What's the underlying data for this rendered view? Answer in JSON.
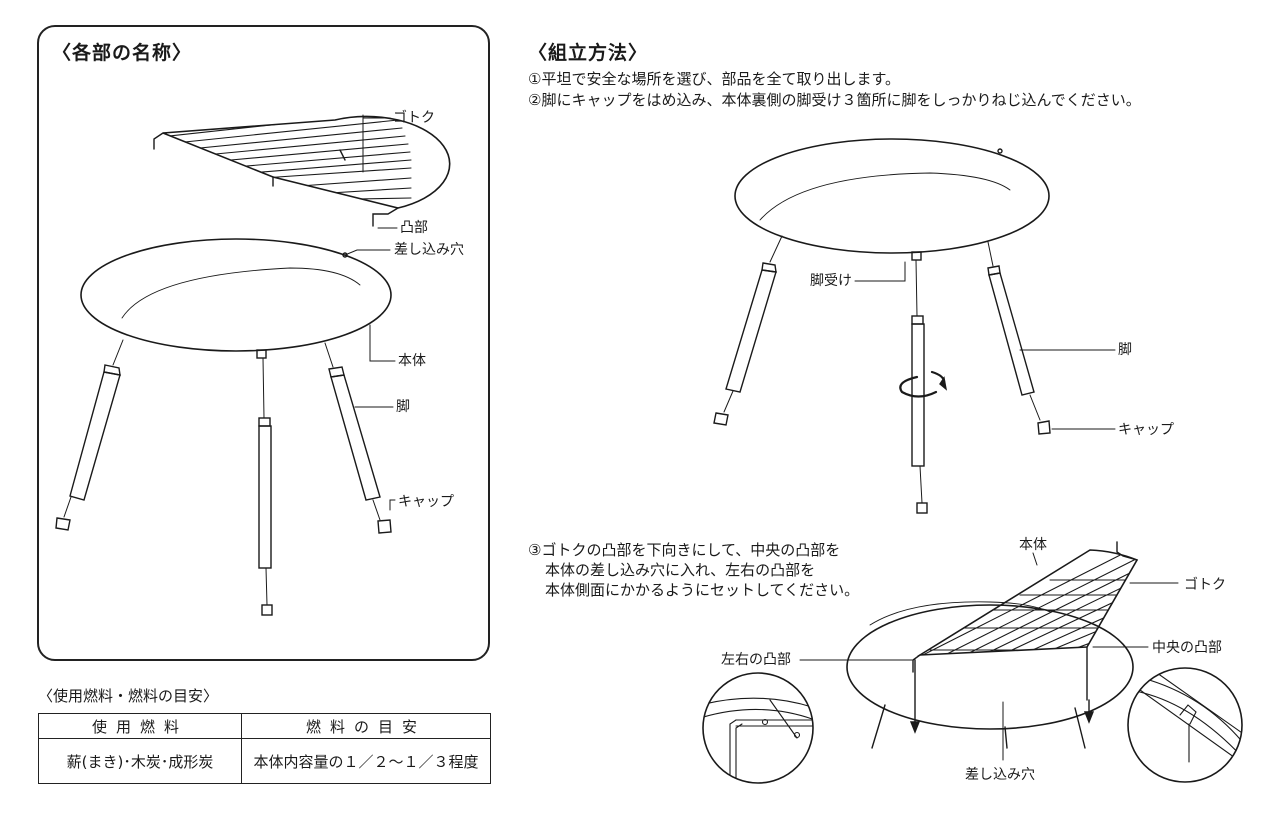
{
  "parts": {
    "title": "〈各部の名称〉",
    "labels": {
      "gotoku": "ゴトク",
      "totsubu": "凸部",
      "sashikomi": "差し込み穴",
      "hontai": "本体",
      "ashi": "脚",
      "cap": "キャップ"
    }
  },
  "assembly": {
    "title": "〈組立方法〉",
    "step1": "①平坦で安全な場所を選び、部品を全て取り出します。",
    "step2": "②脚にキャップをはめ込み、本体裏側の脚受け３箇所に脚をしっかりねじ込んでください。",
    "step3_lines": [
      "③ゴトクの凸部を下向きにして、中央の凸部を",
      "本体の差し込み穴に入れ、左右の凸部を",
      "本体側面にかかるようにセットしてください。"
    ],
    "labels": {
      "ashiuke": "脚受け",
      "ashi": "脚",
      "cap": "キャップ",
      "hontai": "本体",
      "gotoku": "ゴトク",
      "left_right_totsubu": "左右の凸部",
      "center_totsubu": "中央の凸部",
      "sashikomi": "差し込み穴"
    }
  },
  "fuel": {
    "title": "〈使用燃料・燃料の目安〉",
    "headers": [
      "使用燃料",
      "燃料の目安"
    ],
    "row": [
      "薪(まき)･木炭･成形炭",
      "本体内容量の１／２～１／３程度"
    ]
  }
}
